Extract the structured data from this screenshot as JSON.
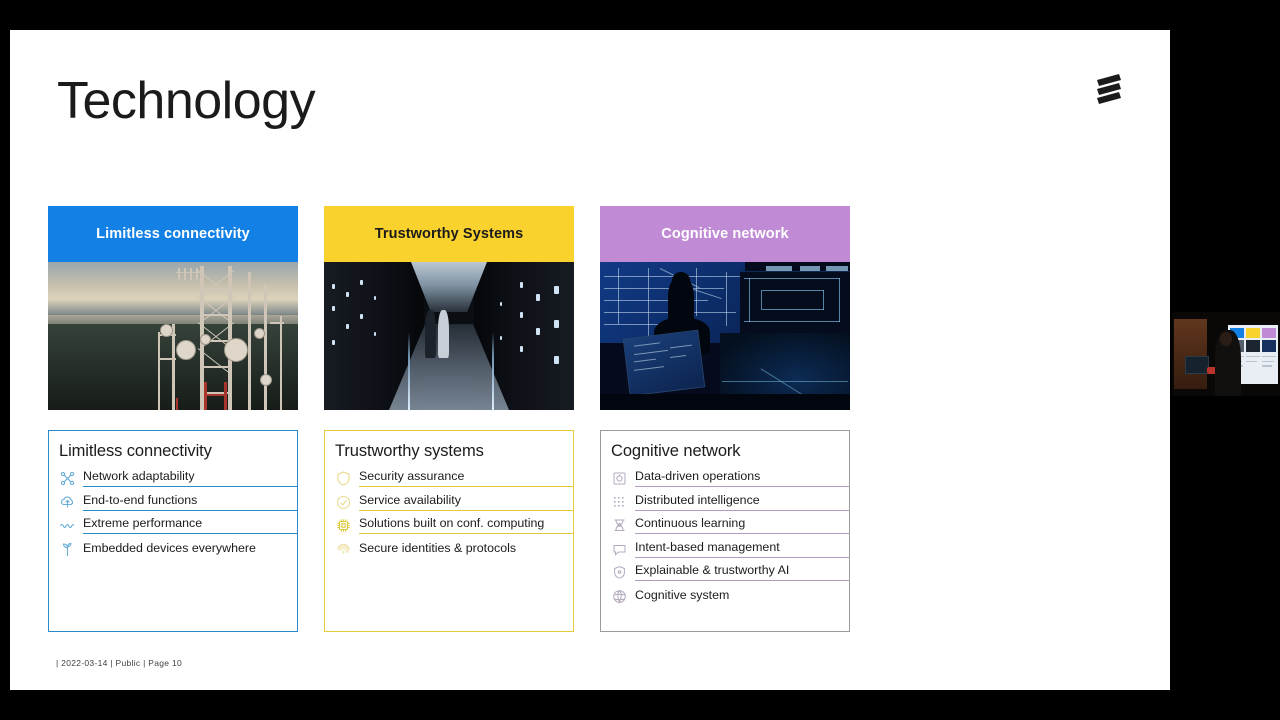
{
  "slide": {
    "title": "Technology",
    "logo_name": "ericsson-logo",
    "footer": "|  2022-03-14  |  Public  |  Page 10"
  },
  "columns": [
    {
      "header": {
        "label": "Limitless connectivity",
        "bg": "#1280e4",
        "text_color": "#ffffff"
      },
      "photo": {
        "name": "cell-tower-at-dusk-photo",
        "alt": "Aerial view of a telecom mast with antennas at dusk over water"
      },
      "box": {
        "title": "Limitless connectivity",
        "border_color": "#2a8ac6",
        "separator_color": "#2a8ac6",
        "items": [
          {
            "label": "Network adaptability",
            "icon": "network-nodes-icon",
            "separator": true
          },
          {
            "label": "End-to-end functions",
            "icon": "cloud-upload-icon",
            "separator": true
          },
          {
            "label": "Extreme performance",
            "icon": "waveform-icon",
            "separator": true
          },
          {
            "label": "Embedded devices everywhere",
            "icon": "antenna-sprout-icon",
            "separator": false
          }
        ]
      }
    },
    {
      "header": {
        "label": "Trustworthy Systems",
        "bg": "#fad22d",
        "text_color": "#1b1b1b"
      },
      "photo": {
        "name": "data-center-corridor-photo",
        "alt": "Two people walking down a lit corridor between data center racks"
      },
      "box": {
        "title": "Trustworthy systems",
        "border_color": "#e5cb3c",
        "separator_color": "#e5cb3c",
        "items": [
          {
            "label": "Security assurance",
            "icon": "shield-icon",
            "separator": true
          },
          {
            "label": "Service availability",
            "icon": "check-circle-icon",
            "separator": true
          },
          {
            "label": "Solutions built on conf. computing",
            "icon": "chip-icon",
            "separator": true
          },
          {
            "label": "Secure identities & protocols",
            "icon": "fingerprint-icon",
            "separator": false
          }
        ]
      }
    },
    {
      "header": {
        "label": "Cognitive network",
        "bg": "#c08bd4",
        "text_color": "#ffffff"
      },
      "photo": {
        "name": "network-operations-center-photo",
        "alt": "Silhouette of a person at a control room with network topology screens"
      },
      "box": {
        "title": "Cognitive network",
        "border_color": "#9b9b9b",
        "separator_color": "#b09ac0",
        "items": [
          {
            "label": "Data-driven operations",
            "icon": "data-disc-icon",
            "separator": true
          },
          {
            "label": "Distributed intelligence",
            "icon": "dot-grid-icon",
            "separator": true
          },
          {
            "label": "Continuous learning",
            "icon": "learning-node-icon",
            "separator": true
          },
          {
            "label": "Intent-based management",
            "icon": "speech-bubble-icon",
            "separator": true
          },
          {
            "label": "Explainable & trustworthy AI",
            "icon": "shield-dot-icon",
            "separator": true
          },
          {
            "label": "Cognitive system",
            "icon": "brain-globe-icon",
            "separator": false
          }
        ]
      }
    }
  ],
  "webcam": {
    "name": "presenter-video-overlay",
    "alt": "Presenter standing in front of a projected version of this slide"
  }
}
